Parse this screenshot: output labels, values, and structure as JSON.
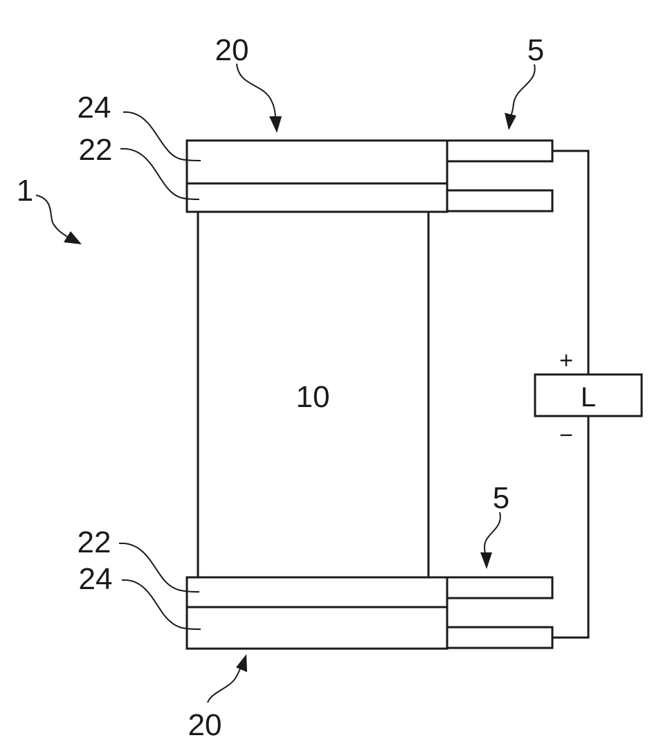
{
  "figure": {
    "device_ref": "1",
    "body_ref": "10",
    "electrode_ref": "20",
    "inner_layer_ref": "22",
    "outer_layer_ref": "24",
    "terminal_ref": "5",
    "load_label": "L",
    "plus_sign": "+",
    "minus_sign": "−"
  }
}
